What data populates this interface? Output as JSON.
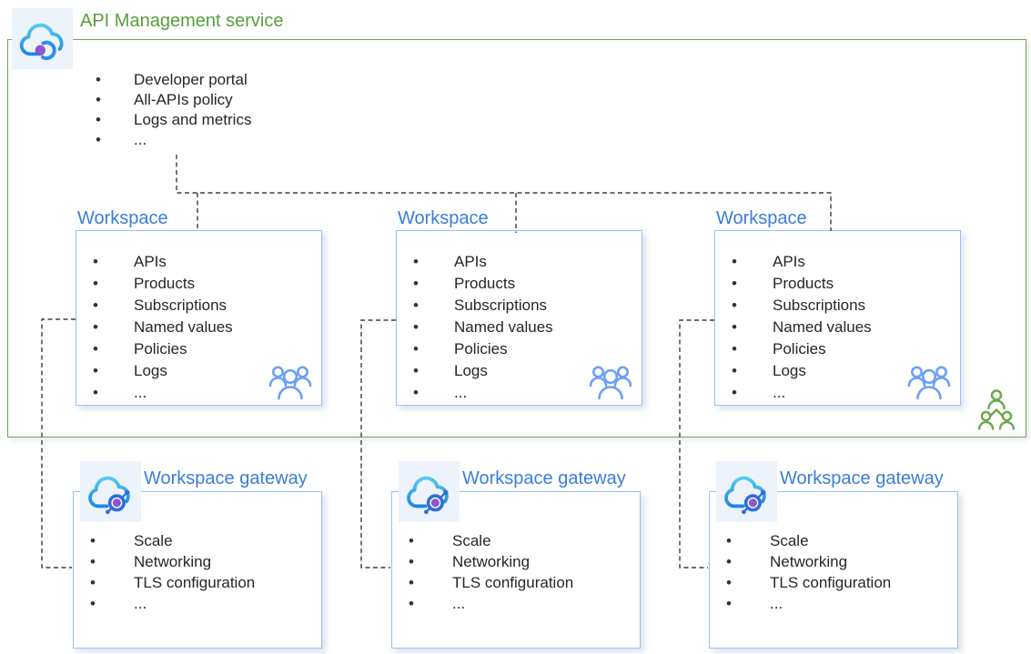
{
  "service": {
    "title": "API Management service",
    "features": [
      "Developer portal",
      "All-APIs policy",
      "Logs and metrics",
      "..."
    ]
  },
  "workspaces": [
    {
      "title": "Workspace",
      "features": [
        "APIs",
        "Products",
        "Subscriptions",
        "Named values",
        "Policies",
        "Logs",
        "..."
      ]
    },
    {
      "title": "Workspace",
      "features": [
        "APIs",
        "Products",
        "Subscriptions",
        "Named values",
        "Policies",
        "Logs",
        "..."
      ]
    },
    {
      "title": "Workspace",
      "features": [
        "APIs",
        "Products",
        "Subscriptions",
        "Named values",
        "Policies",
        "Logs",
        "..."
      ]
    }
  ],
  "gateways": [
    {
      "title": "Workspace gateway",
      "features": [
        "Scale",
        "Networking",
        "TLS configuration",
        "..."
      ]
    },
    {
      "title": "Workspace gateway",
      "features": [
        "Scale",
        "Networking",
        "TLS configuration",
        "..."
      ]
    },
    {
      "title": "Workspace gateway",
      "features": [
        "Scale",
        "Networking",
        "TLS configuration",
        "..."
      ]
    }
  ],
  "icons": {
    "service_icon": "api-management-cloud-icon",
    "gateway_icon": "workspace-gateway-cloud-icon",
    "workspace_users_icon": "team-users-icon",
    "organization_icon": "organization-users-icon"
  },
  "colors": {
    "green_text": "#579e3c",
    "green_border": "#71a154",
    "blue_title": "#3b7dd8",
    "blue_border": "#99c1f0",
    "people_blue": "#6ba0f5",
    "people_green": "#6aa84f",
    "dash_color": "#3d3d3d",
    "purple_accent": "#8f52cc",
    "cloud_gradient_top": "#55cbef",
    "cloud_gradient_bottom": "#1e86e0",
    "icon_tile_bg": "#edf3fb"
  }
}
